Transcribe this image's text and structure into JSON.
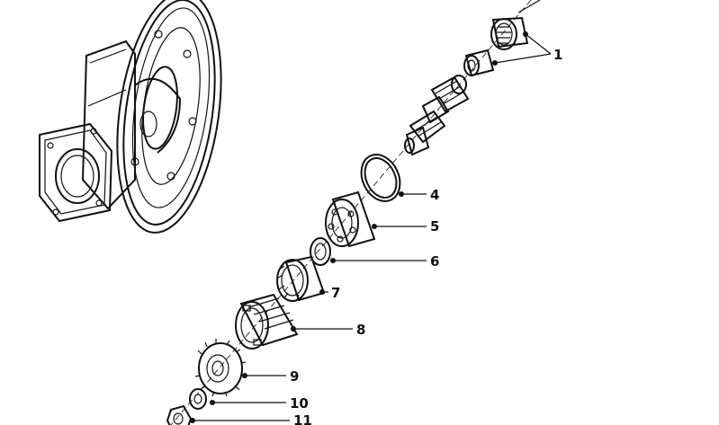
{
  "diagram": {
    "labels": [
      {
        "id": "1",
        "text": "1"
      },
      {
        "id": "4",
        "text": "4"
      },
      {
        "id": "5",
        "text": "5"
      },
      {
        "id": "6",
        "text": "6"
      },
      {
        "id": "7",
        "text": "7"
      },
      {
        "id": "8",
        "text": "8"
      },
      {
        "id": "9",
        "text": "9"
      },
      {
        "id": "10",
        "text": "10"
      },
      {
        "id": "11",
        "text": "11"
      }
    ]
  }
}
